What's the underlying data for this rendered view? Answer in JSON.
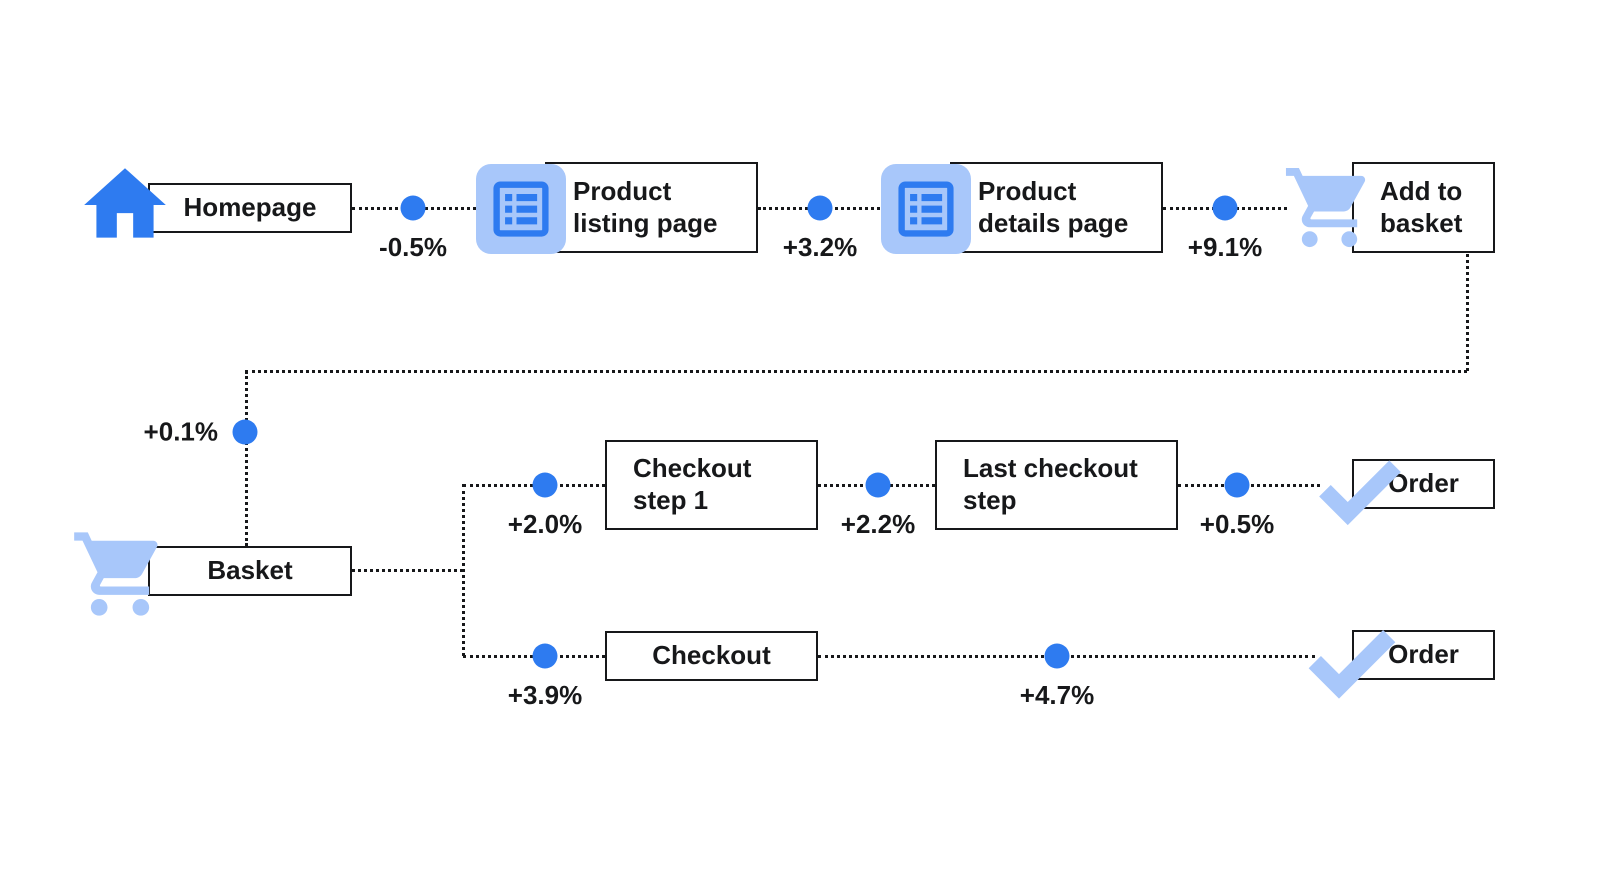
{
  "colors": {
    "accent_blue": "#2E7BF0",
    "icon_light_blue": "#A8C7FA",
    "line_black": "#17181a"
  },
  "nodes": {
    "homepage": {
      "label": "Homepage"
    },
    "product_listing": {
      "label": "Product listing page"
    },
    "product_details": {
      "label": "Product details page"
    },
    "add_to_basket": {
      "label": "Add to basket"
    },
    "basket": {
      "label": "Basket"
    },
    "checkout_step_1": {
      "label": "Checkout step 1"
    },
    "last_checkout_step": {
      "label": "Last checkout step"
    },
    "order_top": {
      "label": "Order"
    },
    "checkout": {
      "label": "Checkout"
    },
    "order_bottom": {
      "label": "Order"
    }
  },
  "deltas": {
    "homepage_to_listing": "-0.5%",
    "listing_to_details": "+3.2%",
    "details_to_add_to_basket": "+9.1%",
    "add_to_basket_to_basket": "+0.1%",
    "basket_to_checkout_step_1": "+2.0%",
    "checkout_step_1_to_last_step": "+2.2%",
    "last_step_to_order": "+0.5%",
    "basket_to_checkout": "+3.9%",
    "checkout_to_order": "+4.7%"
  }
}
